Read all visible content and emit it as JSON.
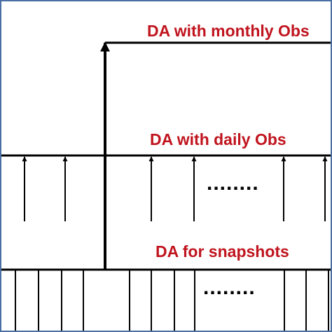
{
  "diagram": {
    "labels": {
      "monthly": "DA with monthly Obs",
      "daily": "DA with daily Obs",
      "snapshots": "DA for snapshots"
    },
    "ellipsis_daily": "........",
    "ellipsis_snapshots": "........",
    "colors": {
      "label": "#c0141e",
      "line": "#000000",
      "frame": "#4a6fa5"
    }
  }
}
